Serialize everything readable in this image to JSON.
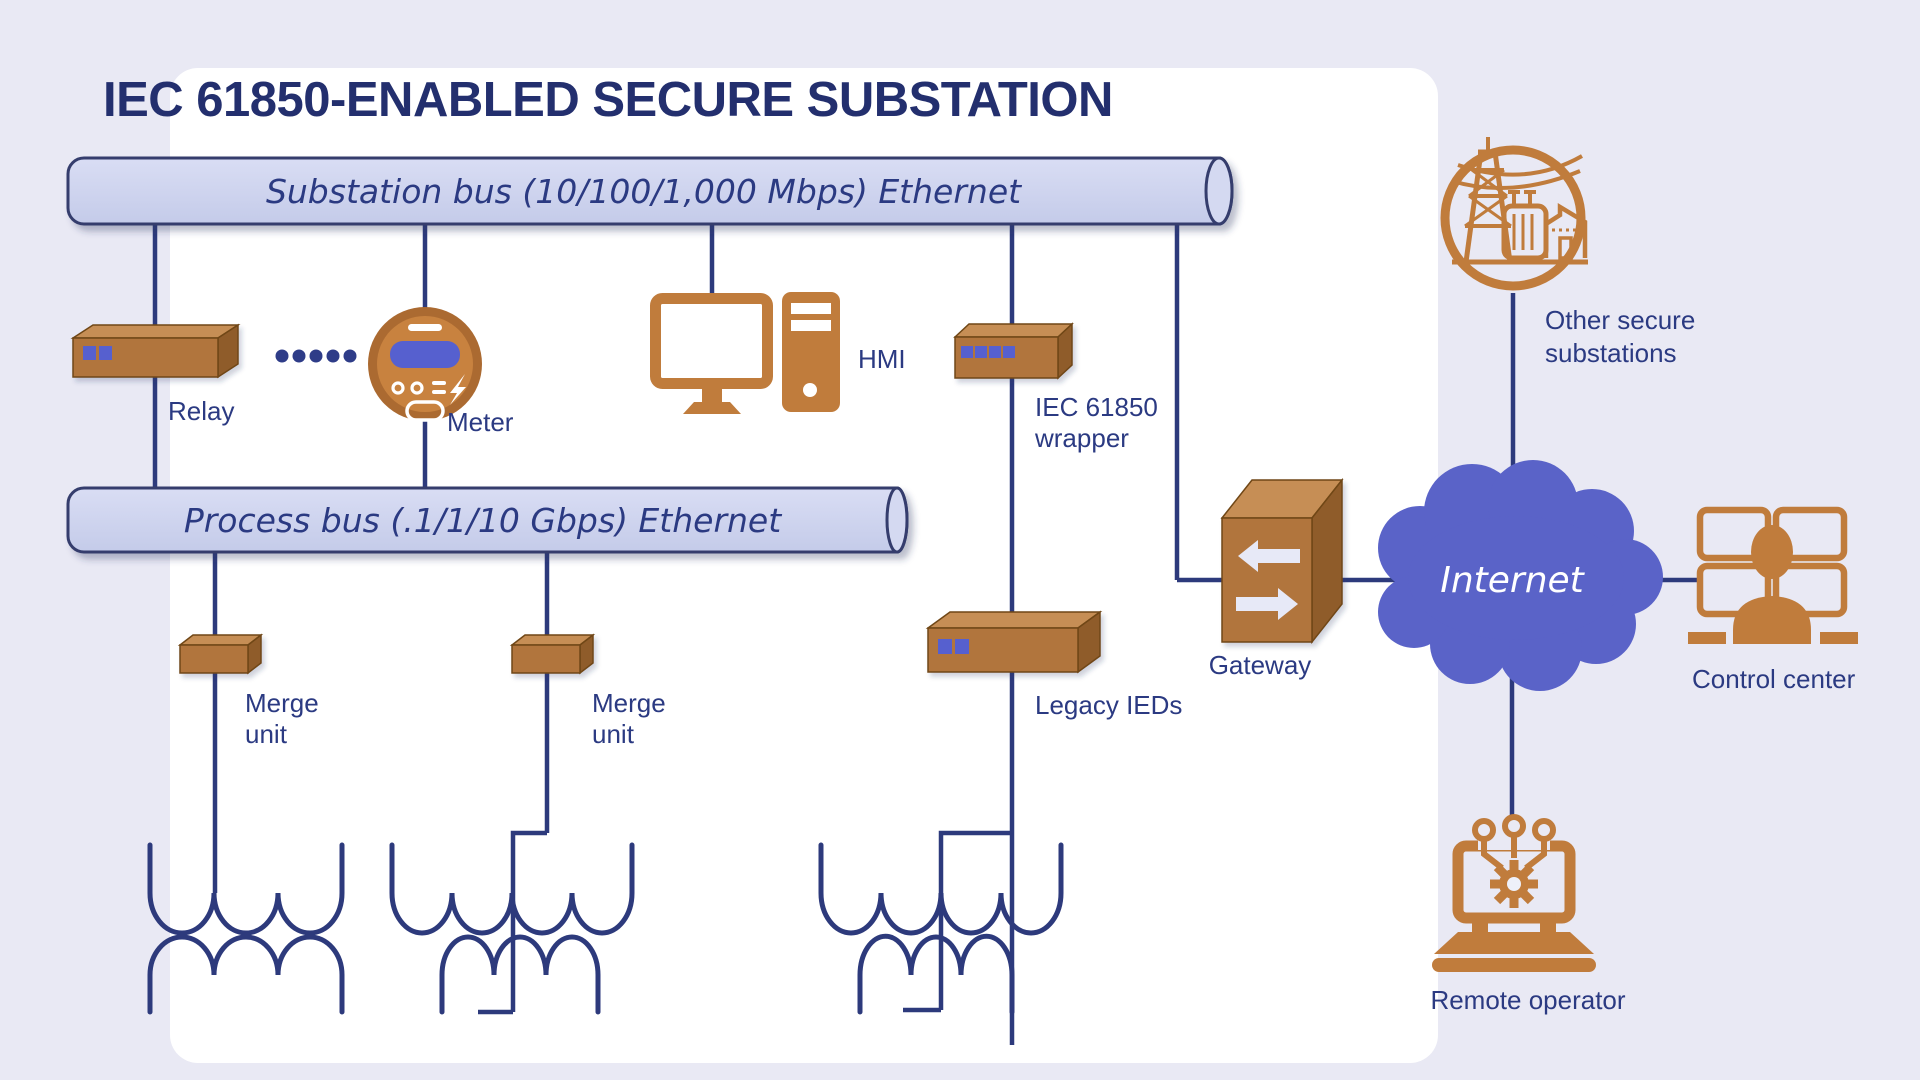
{
  "title": "IEC 61850-ENABLED SECURE SUBSTATION",
  "buses": {
    "substation_bus": "Substation bus (10/100/1,000 Mbps) Ethernet",
    "process_bus": "Process bus (.1/1/10 Gbps) Ethernet"
  },
  "nodes": {
    "relay": "Relay",
    "meter": "Meter",
    "hmi": "HMI",
    "iec_wrapper": {
      "line1": "IEC 61850",
      "line2": "wrapper"
    },
    "merge_unit_1": {
      "line1": "Merge",
      "line2": "unit"
    },
    "merge_unit_2": {
      "line1": "Merge",
      "line2": "unit"
    },
    "legacy_ieds": "Legacy IEDs",
    "gateway": "Gateway",
    "internet": "Internet",
    "other_substations": {
      "line1": "Other secure",
      "line2": "substations"
    },
    "control_center": "Control center",
    "remote_operator": "Remote operator"
  },
  "icons": {
    "relay": "rack-device-icon",
    "meter": "round-meter-icon",
    "hmi": "desktop-computer-icon",
    "iec_wrapper": "rack-device-icon",
    "legacy_ieds": "rack-device-icon",
    "merge_units": "small-box-icon",
    "gateway": "gateway-arrows-icon",
    "internet": "cloud-icon",
    "other_substations": "substation-circle-icon",
    "control_center": "operator-monitors-icon",
    "remote_operator": "laptop-gear-icon",
    "instrument_transformers": "transformer-winding-symbol",
    "ellipsis": "ellipsis-dots"
  },
  "colors": {
    "background": "#e9e9f4",
    "panel": "#ffffff",
    "navy_line": "#2d3a7c",
    "title_text": "#232f6e",
    "label_text": "#2b3a82",
    "bus_fill": "#ced4ef",
    "bus_border": "#343e6d",
    "icon_orange": "#c07c3c",
    "box_front": "#b1743c",
    "box_top": "#c68e55",
    "box_side": "#8f5c2a",
    "periwinkle_accent": "#5660cf",
    "cloud": "#5a63c8",
    "arrow_fill": "#e7e9f7"
  }
}
